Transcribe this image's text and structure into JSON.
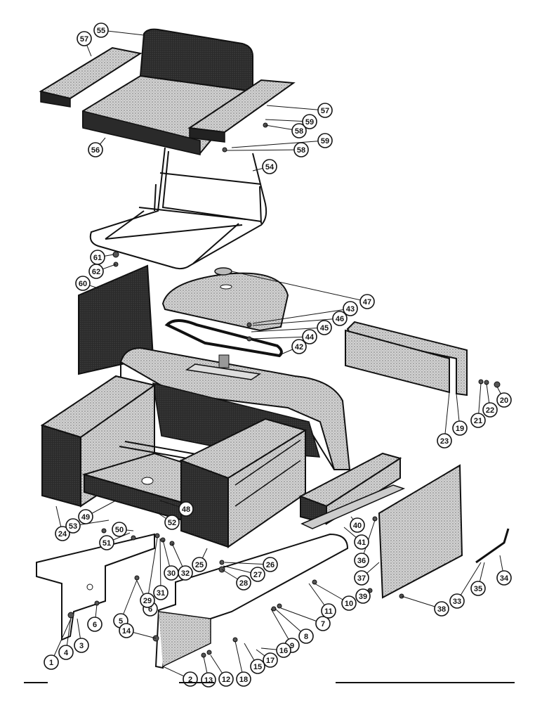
{
  "diagram": {
    "part_numbers": [
      "1",
      "2",
      "3",
      "4",
      "5",
      "6",
      "6",
      "7",
      "8",
      "9",
      "10",
      "11",
      "12",
      "13",
      "14",
      "15",
      "16",
      "17",
      "18",
      "19",
      "20",
      "21",
      "22",
      "23",
      "24",
      "25",
      "26",
      "27",
      "28",
      "29",
      "30",
      "31",
      "32",
      "33",
      "34",
      "35",
      "36",
      "37",
      "38",
      "39",
      "40",
      "41",
      "42",
      "43",
      "44",
      "45",
      "46",
      "47",
      "48",
      "49",
      "50",
      "51",
      "52",
      "53",
      "54",
      "55",
      "56",
      "57",
      "57",
      "58",
      "58",
      "59",
      "59",
      "60",
      "61",
      "62"
    ]
  },
  "colors": {
    "ink": "#141414",
    "paper": "#ffffff",
    "shade": "#8a8a8a",
    "dark": "#1c1c1c"
  }
}
